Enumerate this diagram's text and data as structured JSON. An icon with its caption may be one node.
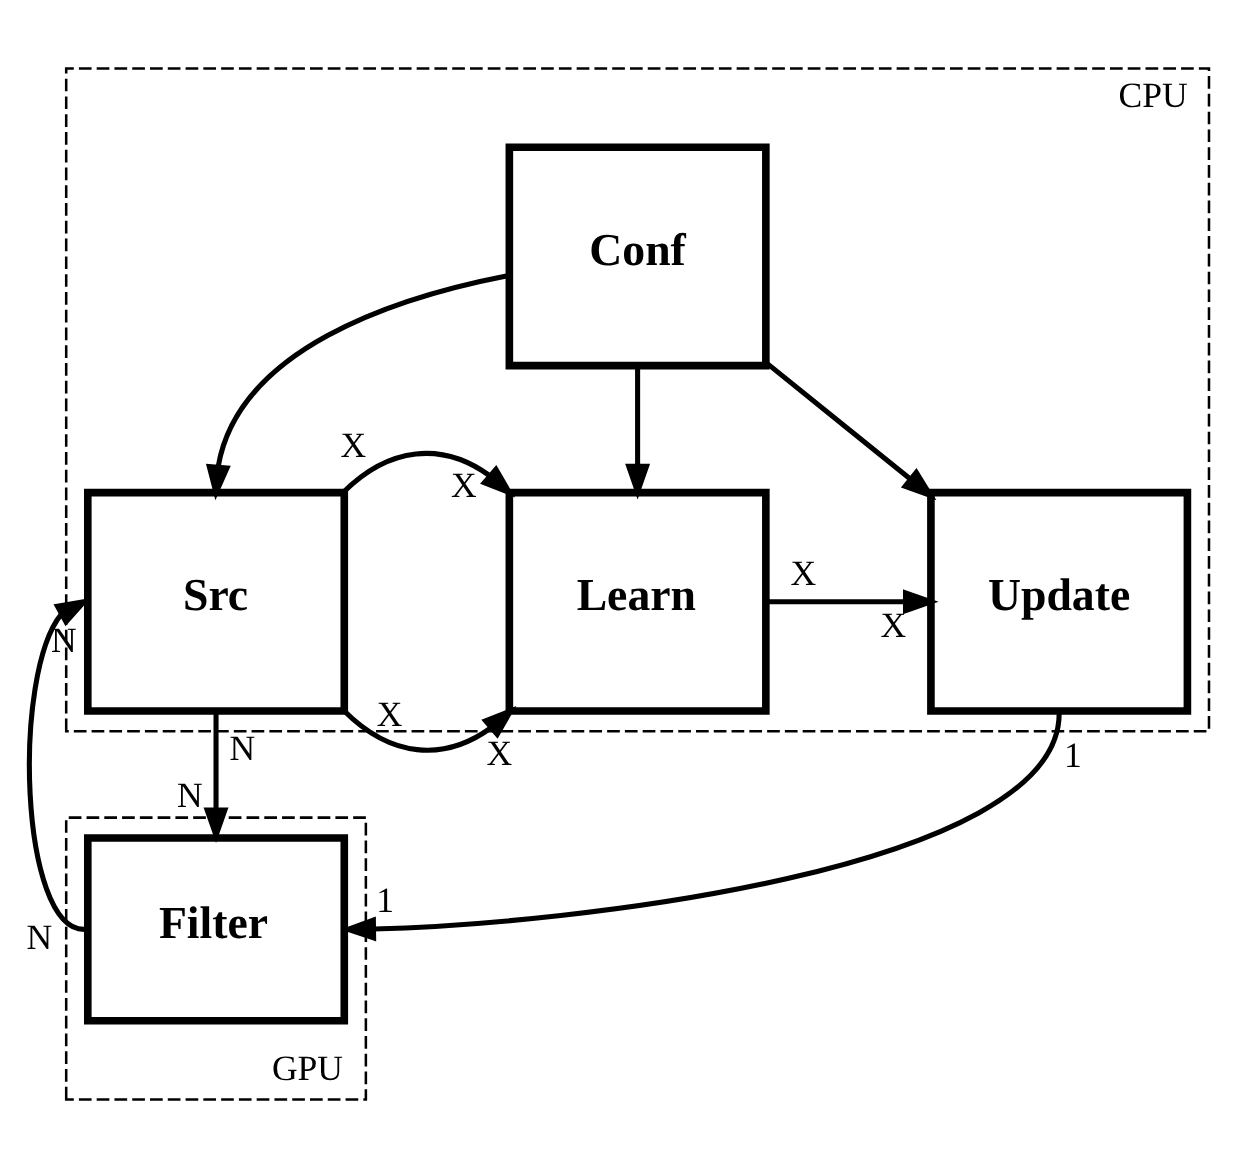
{
  "diagram": {
    "nodes": [
      {
        "text": [
          "CPU"
        ]
      },
      {
        "text": [
          "Conf"
        ],
        "in": 0
      },
      {
        "text": [
          "Src"
        ],
        "in": 0
      },
      {
        "text": [
          "Learn"
        ],
        "in": 0
      },
      {
        "text": [
          "Update"
        ],
        "in": 0
      },
      {
        "text": [
          "GPU"
        ]
      },
      {
        "text": [
          "Filter"
        ],
        "in": 5
      }
    ],
    "edges": [
      {
        "from": 1,
        "to": 2,
        "arrow": "to"
      },
      {
        "from": 1,
        "to": 3,
        "arrow": "to"
      },
      {
        "from": 1,
        "to": 4,
        "arrow": "to"
      },
      {
        "from": 2,
        "to": 3,
        "arrow": "to"
      },
      {
        "from": 2,
        "to": 3,
        "arrow": "to"
      },
      {
        "from": 3,
        "to": 4,
        "arrow": "to"
      },
      {
        "from": 2,
        "to": 6,
        "arrow": "to"
      },
      {
        "from": 4,
        "to": 6,
        "arrow": "to"
      },
      {
        "from": 6,
        "to": 2,
        "arrow": "to"
      }
    ],
    "labels": [
      "X",
      "X",
      "X",
      "N",
      "X",
      "X",
      "X",
      "N",
      "1",
      "N",
      "N",
      "1"
    ]
  }
}
